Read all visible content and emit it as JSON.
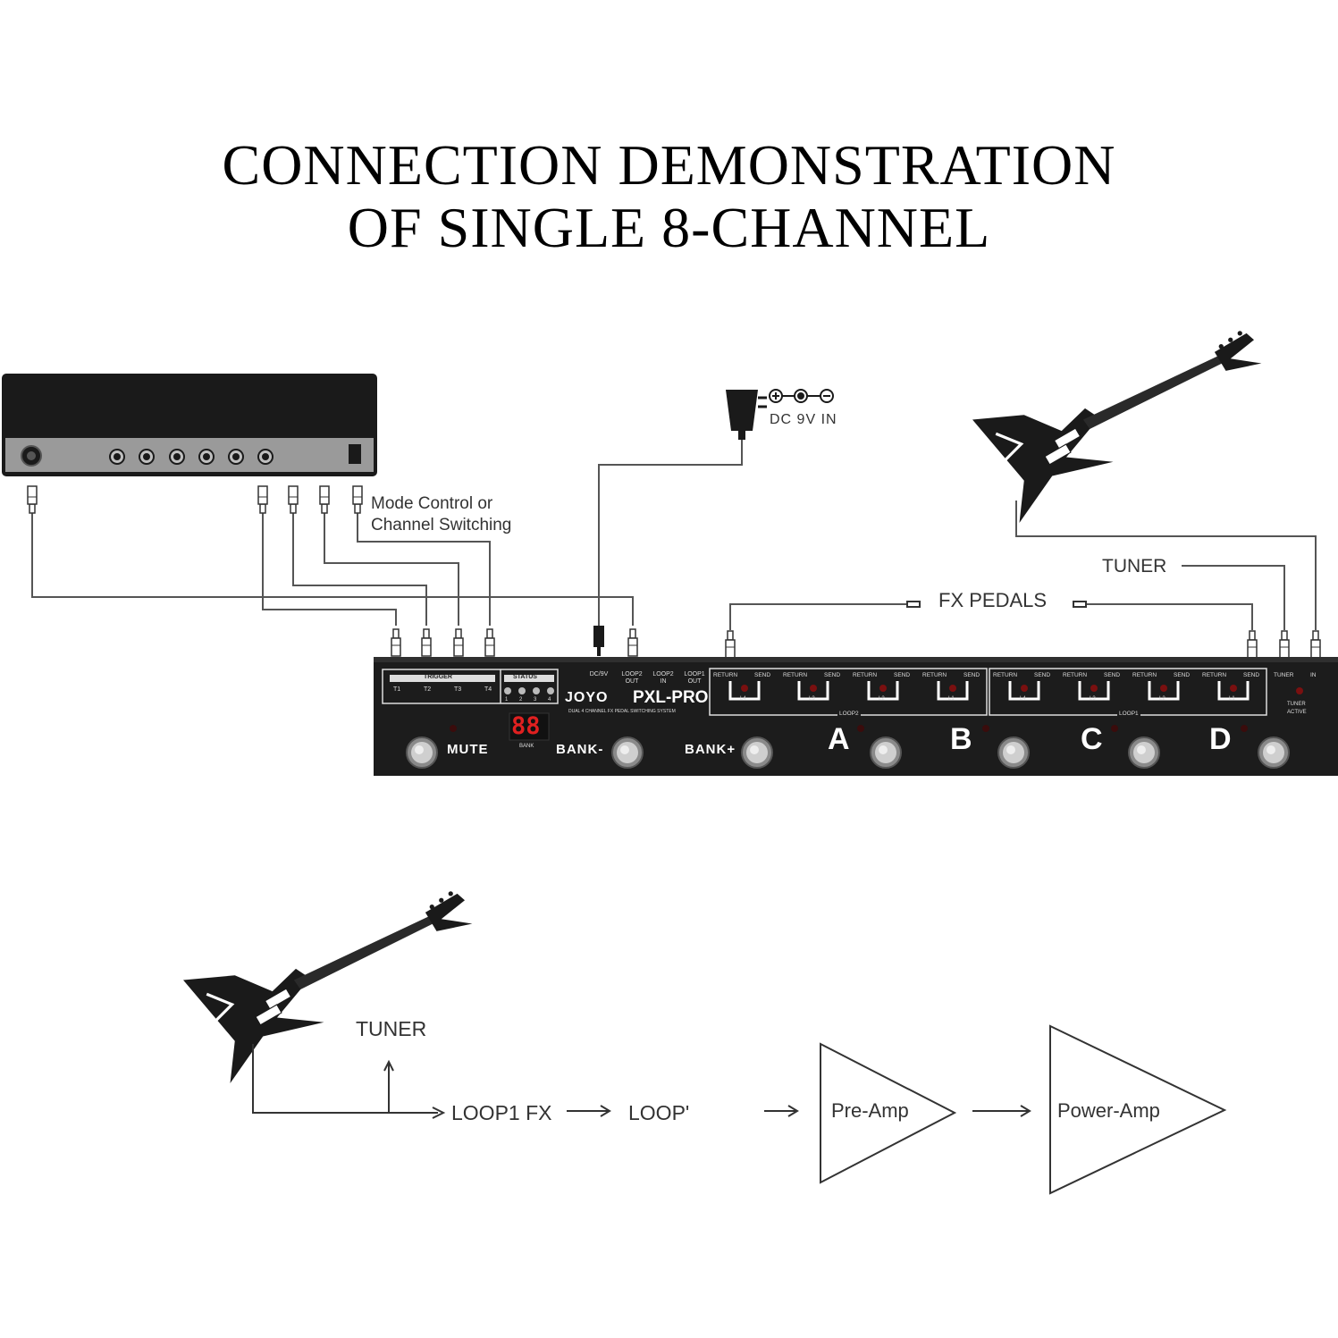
{
  "title": {
    "line1": "CONNECTION DEMONSTRATION",
    "line2": "OF SINGLE 8-CHANNEL"
  },
  "labels": {
    "mode_control_1": "Mode Control or",
    "mode_control_2": "Channel Switching",
    "dc_in": "DC 9V IN",
    "tuner": "TUNER",
    "fx_pedals": "FX PEDALS"
  },
  "pedal": {
    "brand": "JOYO",
    "model": "PXL-PRO",
    "subtitle": "DUAL 4 CHANNEL FX PEDAL SWITCHING SYSTEM",
    "trigger_label": "TRIGGER",
    "triggers": [
      "T1",
      "T2",
      "T3",
      "T4"
    ],
    "status_label": "STATUS",
    "status_nums": [
      "1",
      "2",
      "3",
      "4"
    ],
    "display_value": "88",
    "display_caption": "BANK",
    "jacks_top": [
      "DC/9V",
      "LOOP2 OUT",
      "LOOP2 IN",
      "LOOP1 OUT"
    ],
    "return_label": "RETURN",
    "send_label": "SEND",
    "loop2_slots": [
      "L4",
      "L3",
      "L2",
      "L1"
    ],
    "loop1_slots": [
      "L4",
      "L3",
      "L2",
      "L1"
    ],
    "loop2_label": "LOOP2",
    "loop1_label": "LOOP1",
    "tuner_jack": "TUNER",
    "in_jack": "IN",
    "tuner_active_1": "TUNER",
    "tuner_active_2": "ACTIVE",
    "mute": "MUTE",
    "bank_minus": "BANK-",
    "bank_plus": "BANK+",
    "channels": [
      "A",
      "B",
      "C",
      "D"
    ]
  },
  "flow": {
    "tuner": "TUNER",
    "loop1": "LOOP1 FX",
    "loop2": "LOOP'",
    "preamp": "Pre-Amp",
    "poweramp": "Power-Amp"
  },
  "colors": {
    "ink": "#1a1a1a",
    "pedal_body": "#1c1c1c",
    "amp_panel": "#9a9a9a",
    "display_red": "#e02020",
    "cable": "#555555"
  }
}
